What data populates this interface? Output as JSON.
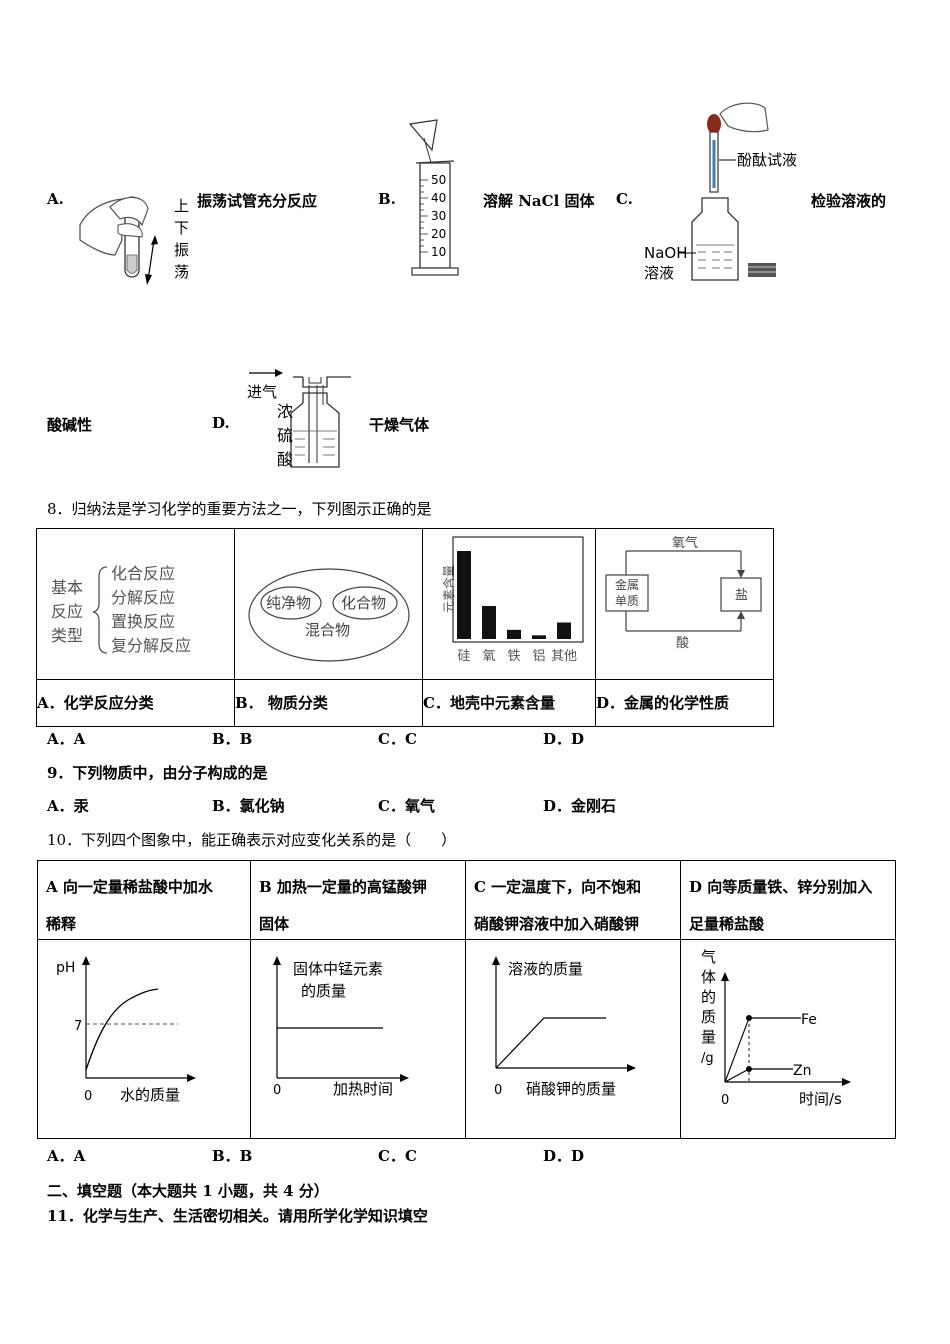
{
  "q7": {
    "A": {
      "letter": "A.",
      "label": "振荡试管充分反应",
      "side_text": [
        "上",
        "下",
        "振",
        "荡"
      ]
    },
    "B": {
      "letter": "B.",
      "label": "溶解 NaCl 固体",
      "ticks": [
        "50",
        "40",
        "30",
        "20",
        "10"
      ]
    },
    "C": {
      "letter": "C.",
      "label": "检验溶液的",
      "label_cont": "酸碱性",
      "reagent": "酚酞试液",
      "solution": [
        "NaOH",
        "溶液"
      ]
    },
    "D": {
      "letter": "D.",
      "label": "干燥气体",
      "inlet": "进气",
      "acid": [
        "浓",
        "硫",
        "酸"
      ]
    }
  },
  "q8": {
    "question": "8．归纳法是学习化学的重要方法之一，下列图示正确的是",
    "A": {
      "caption": "A．化学反应分类",
      "left": [
        "基本",
        "反应",
        "类型"
      ],
      "items": [
        "化合反应",
        "分解反应",
        "置换反应",
        "复分解反应"
      ]
    },
    "B": {
      "caption": "B．  物质分类",
      "inner1": "纯净物",
      "inner2": "化合物",
      "outer": "混合物"
    },
    "C": {
      "caption": "C．地壳中元素含量",
      "ylabel": "元素含量",
      "chart_data": {
        "type": "bar",
        "categories": [
          "硅",
          "氧",
          "铁",
          "铝",
          "其他"
        ],
        "values": [
          48,
          18,
          5,
          2,
          9
        ],
        "ylabel": "元素含量"
      }
    },
    "D": {
      "caption": "D．金属的化学性质",
      "top": "氧气",
      "left": [
        "金属",
        "单质"
      ],
      "right": "盐",
      "bottom": "酸"
    },
    "options": [
      "A．A",
      "B．B",
      "C．C",
      "D．D"
    ]
  },
  "q9": {
    "question": "9．下列物质中，由分子构成的是",
    "options": [
      "A．汞",
      "B．氯化钠",
      "C．氧气",
      "D．金刚石"
    ]
  },
  "q10": {
    "question": "10．下列四个图象中，能正确表示对应变化关系的是（　　）",
    "A": {
      "head1": "A 向一定量稀盐酸中加水",
      "head2": "稀释",
      "y": "pH",
      "seven": "7",
      "origin": "0",
      "x": "水的质量"
    },
    "B": {
      "head1": "B 加热一定量的高锰酸钾",
      "head2": "固体",
      "y1": "固体中锰元素",
      "y2": "的质量",
      "origin": "0",
      "x": "加热时间"
    },
    "C": {
      "head1": "C 一定温度下，向不饱和",
      "head2": "硝酸钾溶液中加入硝酸钾",
      "y": "溶液的质量",
      "origin": "0",
      "x": "硝酸钾的质量"
    },
    "D": {
      "head1": "D 向等质量铁、锌分别加入",
      "head2": "足量稀盐酸",
      "y": [
        "气",
        "体",
        "的",
        "质",
        "量",
        "/g"
      ],
      "fe": "Fe",
      "zn": "Zn",
      "origin": "0",
      "x": "时间/s"
    },
    "options": [
      "A．A",
      "B．B",
      "C．C",
      "D．D"
    ]
  },
  "section2": "二、填空题（本大题共 1 小题，共 4 分）",
  "q11": "11．化学与生产、生活密切相关。请用所学化学知识填空"
}
